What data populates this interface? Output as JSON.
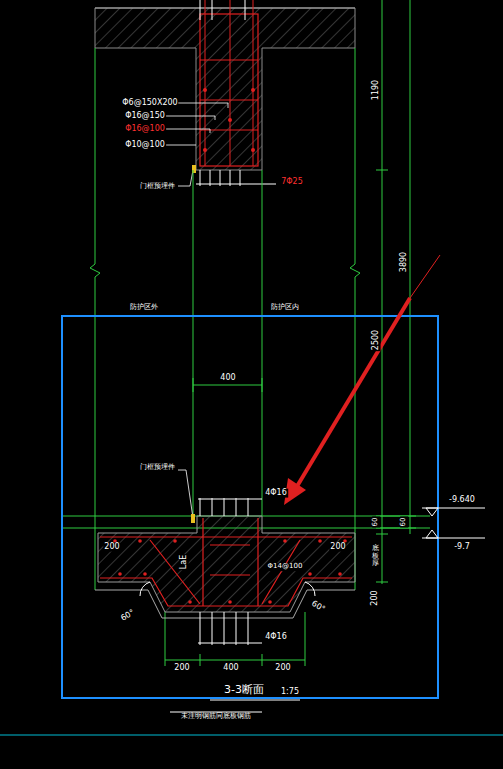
{
  "diagram": {
    "title": "3-3断面",
    "caption": "未注明钢筋同底板钢筋",
    "labels": [
      "Φ6@150X200",
      "Φ16@150",
      "Φ16@100",
      "Φ10@100",
      "门框预埋件",
      "7Φ25",
      "1190",
      "3890",
      "2500",
      "防护区外",
      "防护区内",
      "400",
      "门框预埋件",
      "4Φ16",
      "60",
      "60",
      "-9.640",
      "-9.7",
      "200",
      "200",
      "LaE",
      "Φ14@100",
      "底板厚",
      "200",
      "60°",
      "60°",
      "4Φ16",
      "200",
      "400",
      "200",
      "1:75"
    ]
  }
}
